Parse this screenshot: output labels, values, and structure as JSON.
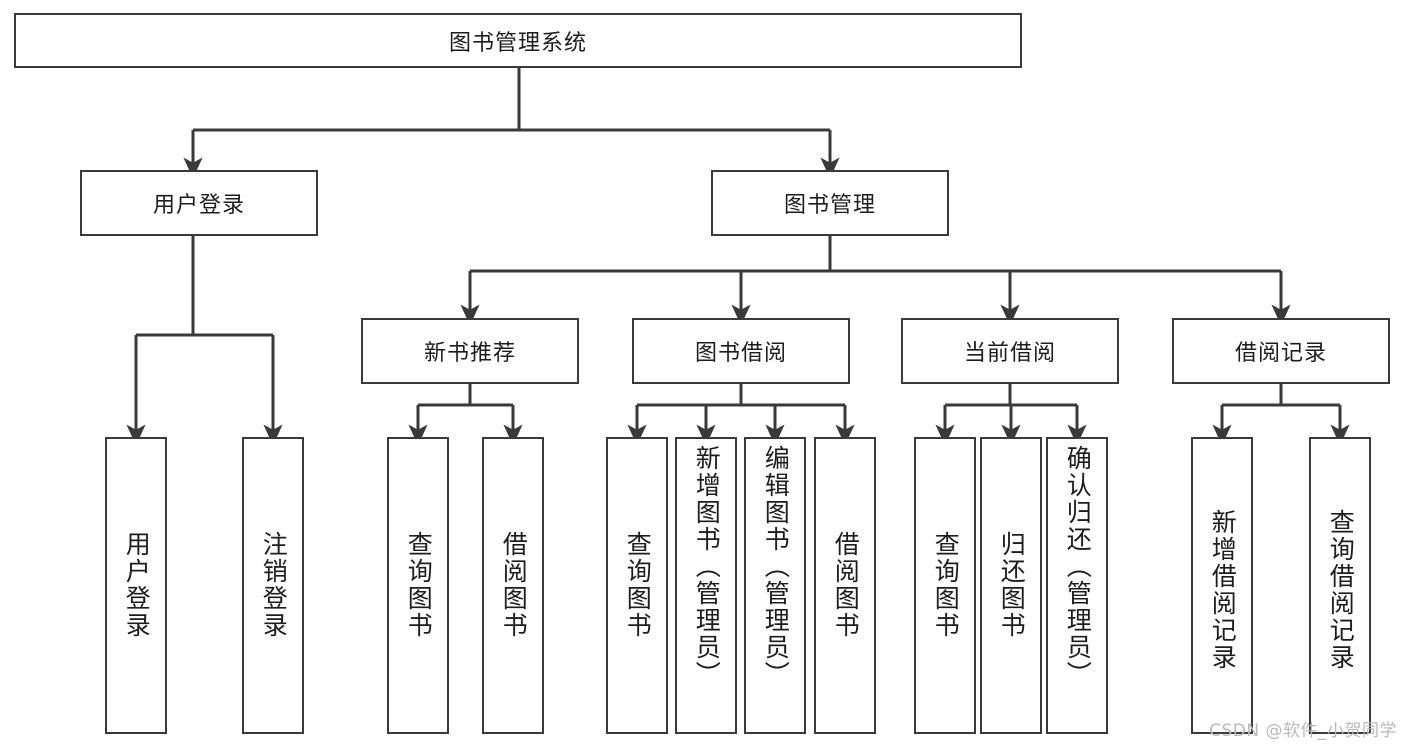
{
  "diagram": {
    "title_node": {
      "label": "图书管理系统"
    },
    "level2": [
      {
        "label": "用户登录"
      },
      {
        "label": "图书管理"
      }
    ],
    "level3": [
      {
        "label": "新书推荐"
      },
      {
        "label": "图书借阅"
      },
      {
        "label": "当前借阅"
      },
      {
        "label": "借阅记录"
      }
    ],
    "leaves": {
      "user_login": [
        {
          "label": "用户登录"
        },
        {
          "label": "注销登录"
        }
      ],
      "new_book": [
        {
          "label": "查询图书"
        },
        {
          "label": "借阅图书"
        }
      ],
      "book_borrow": [
        {
          "label": "查询图书"
        },
        {
          "label": "新增图书（管理员）"
        },
        {
          "label": "编辑图书（管理员）"
        },
        {
          "label": "借阅图书"
        }
      ],
      "current_borrow": [
        {
          "label": "查询图书"
        },
        {
          "label": "归还图书"
        },
        {
          "label": "确认归还（管理员）"
        }
      ],
      "borrow_record": [
        {
          "label": "新增借阅记录"
        },
        {
          "label": "查询借阅记录"
        }
      ]
    }
  },
  "watermark": {
    "text": "CSDN @软件_小贺同学"
  },
  "colors": {
    "stroke": "#3a3a3a",
    "box_fill": "#ffffff",
    "text": "#1d1d1d",
    "watermark": "#b9b9b9"
  }
}
